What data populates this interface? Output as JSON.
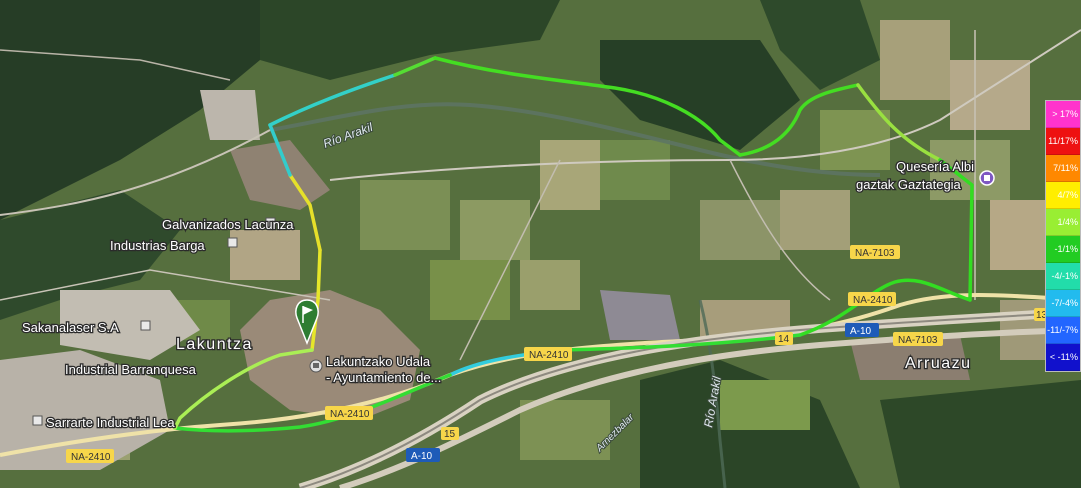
{
  "places": [
    {
      "id": "galvanizados",
      "name": "Galvanizados Lacunza"
    },
    {
      "id": "barga",
      "name": "Industrias Barga"
    },
    {
      "id": "sakanalaser",
      "name": "Sakanalaser S.A"
    },
    {
      "id": "barranquesa",
      "name": "Industrial Barranquesa"
    },
    {
      "id": "sarrarte",
      "name": "Sarrarte Industrial Lea"
    },
    {
      "id": "queseria1",
      "name": "Quesería Albi"
    },
    {
      "id": "queseria2",
      "name": "gaztak Gaztategia"
    },
    {
      "id": "udala1",
      "name": "Lakuntzako Udala"
    },
    {
      "id": "udala2",
      "name": "- Ayuntamiento de..."
    }
  ],
  "towns": {
    "lakuntza": "Lakuntza",
    "arruazu": "Arruazu"
  },
  "rivers": {
    "arakil_1": "Río Arakil",
    "arakil_2": "Río Arakil",
    "arnezbalar": "Arnezbalar"
  },
  "roads": {
    "na2410_a": "NA-2410",
    "na2410_b": "NA-2410",
    "na2410_c": "NA-2410",
    "na2410_d": "NA-2410",
    "na7103_a": "NA-7103",
    "na7103_b": "NA-7103",
    "a10_a": "A-10",
    "a10_b": "A-10",
    "exit15": "15",
    "exit14": "14",
    "exit13": "13"
  },
  "legend": [
    {
      "label": "> 17%",
      "color": "#ff33cc"
    },
    {
      "label": "11/17%",
      "color": "#ee1111"
    },
    {
      "label": "7/11%",
      "color": "#ff8800"
    },
    {
      "label": "4/7%",
      "color": "#ffee00"
    },
    {
      "label": "1/4%",
      "color": "#99ee33"
    },
    {
      "label": "-1/1%",
      "color": "#22cc22"
    },
    {
      "label": "-4/-1%",
      "color": "#22ddaa"
    },
    {
      "label": "-7/-4%",
      "color": "#22bbee"
    },
    {
      "label": "-11/-7%",
      "color": "#2266ff"
    },
    {
      "label": "< -11%",
      "color": "#1111cc"
    }
  ]
}
